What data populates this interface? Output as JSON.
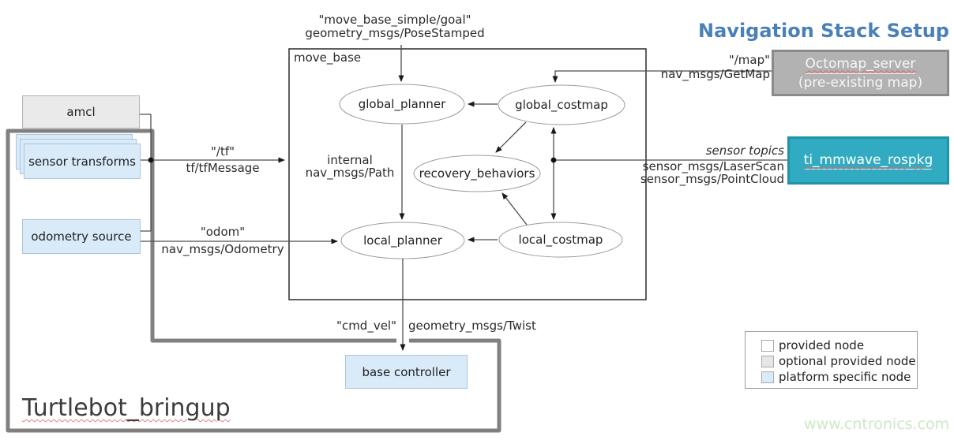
{
  "title": "Navigation Stack Setup",
  "watermark": "www.cntronics.com",
  "move_base": {
    "label": "move_base"
  },
  "nodes": {
    "global_planner": "global_planner",
    "global_costmap": "global_costmap",
    "recovery_behaviors": "recovery_behaviors",
    "local_planner": "local_planner",
    "local_costmap": "local_costmap"
  },
  "external": {
    "amcl": "amcl",
    "sensor_transforms": "sensor transforms",
    "odometry_source": "odometry source",
    "base_controller": "base controller",
    "octomap_line1": "Octomap_server",
    "octomap_line2": "(pre-existing map)",
    "ti_mmwave": "ti_mmwave_rospkg",
    "turtlebot_bringup": "Turtlebot_bringup"
  },
  "edges": {
    "goal_topic": "\"move_base_simple/goal\"",
    "goal_type": "geometry_msgs/PoseStamped",
    "map_topic": "\"/map\"",
    "map_type": "nav_msgs/GetMap",
    "tf_topic": "\"/tf\"",
    "tf_type": "tf/tfMessage",
    "internal_line1": "internal",
    "internal_line2": "nav_msgs/Path",
    "odom_topic": "\"odom\"",
    "odom_type": "nav_msgs/Odometry",
    "sensor_topics": "sensor topics",
    "sensor_type1": "sensor_msgs/LaserScan",
    "sensor_type2": "sensor_msgs/PointCloud",
    "cmd_vel_topic": "\"cmd_vel\"",
    "cmd_vel_type": "geometry_msgs/Twist"
  },
  "legend": {
    "items": [
      {
        "label": "provided node",
        "swatch": "#ffffff"
      },
      {
        "label": "optional provided node",
        "swatch": "#e6e6e6"
      },
      {
        "label": "platform specific node",
        "swatch": "#d9eaf8"
      }
    ]
  },
  "colors": {
    "title_blue": "#4a80b8",
    "platform_blue": "#d9eaf8",
    "optional_gray": "#e6e6e6",
    "octomap_gray": "#b2b2b2",
    "ti_teal": "#31abc1",
    "bringup_border": "#808080"
  }
}
